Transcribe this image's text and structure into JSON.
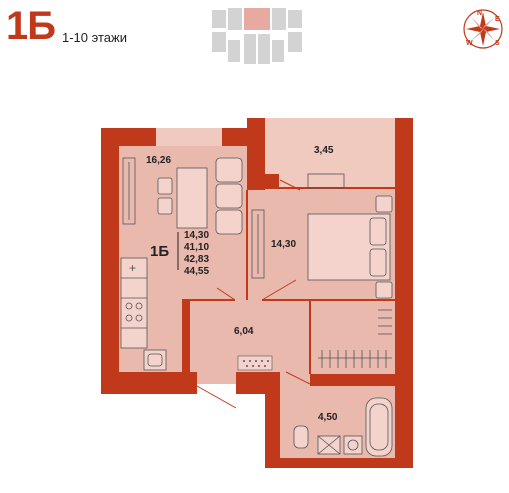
{
  "header": {
    "apartment_type": "1Б",
    "floors": "1-10 этажи"
  },
  "compass": {
    "letters": [
      "N",
      "E",
      "S",
      "W"
    ]
  },
  "plan": {
    "apartment_type": "1Б",
    "rooms": {
      "kitchen": "16,26",
      "balcony": "3,45",
      "bedroom": "14,30",
      "hall": "6,04",
      "bathroom": "4,50"
    },
    "areas": [
      "14,30",
      "41,10",
      "42,83",
      "44,55"
    ]
  },
  "colors": {
    "wall": "#c0391b",
    "room_fill": "#e9b9ae",
    "balcony_fill": "#f0c9bf",
    "floor_plan_inactive": "#d3d3d3",
    "floor_plan_active": "#e7a9a0",
    "furniture_stroke": "#555555"
  }
}
